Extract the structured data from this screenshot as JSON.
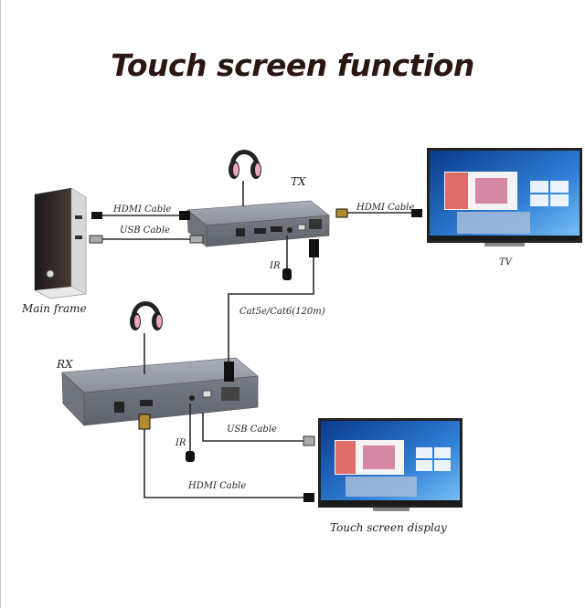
{
  "title": "Touch screen function",
  "devices": {
    "tx_label": "TX",
    "rx_label": "RX",
    "main_frame_label": "Main frame",
    "tv_label": "TV",
    "touch_display_label": "Touch screen display"
  },
  "cables": {
    "hdmi_top_left": "HDMI Cable",
    "usb_top_left": "USB Cable",
    "hdmi_top_right": "HDMI Cable",
    "ir_tx": "IR",
    "cat": "Cat5e/Cat6(120m)",
    "ir_rx": "IR",
    "usb_rx": "USB Cable",
    "hdmi_rx": "HDMI Cable"
  },
  "colors": {
    "device_body": "#8a8f99",
    "cable": "#2b2b2b",
    "headphone_pink": "#e8a9bf",
    "screen_blue": "#2f7fd6"
  }
}
